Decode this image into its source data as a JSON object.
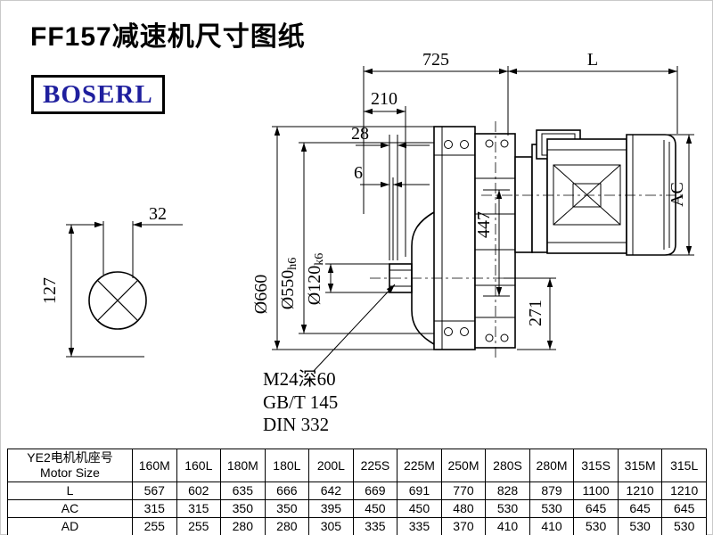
{
  "title": "FF157减速机尺寸图纸",
  "logo_text": "BOSERL",
  "drawing": {
    "dim_725": "725",
    "dim_L": "L",
    "dim_210": "210",
    "dim_28": "28",
    "dim_6": "6",
    "dim_AC": "AC",
    "dim_447": "447",
    "dim_271": "271",
    "dim_32": "32",
    "dim_127": "127",
    "dia_660": "Ø660",
    "dia_550": {
      "main": "Ø550",
      "tol": "h6"
    },
    "dia_120": {
      "main": "Ø120",
      "tol": "k6"
    },
    "note_m24": "M24深60",
    "note_gbt": "GB/T 145",
    "note_din": "DIN 332"
  },
  "table": {
    "header_cn": "YE2电机机座号",
    "header_en": "Motor Size",
    "columns": [
      "160M",
      "160L",
      "180M",
      "180L",
      "200L",
      "225S",
      "225M",
      "250M",
      "280S",
      "280M",
      "315S",
      "315M",
      "315L"
    ],
    "rows": [
      {
        "label": "L",
        "values": [
          "567",
          "602",
          "635",
          "666",
          "642",
          "669",
          "691",
          "770",
          "828",
          "879",
          "1100",
          "1210",
          "1210"
        ]
      },
      {
        "label": "AC",
        "values": [
          "315",
          "315",
          "350",
          "350",
          "395",
          "450",
          "450",
          "480",
          "530",
          "530",
          "645",
          "645",
          "645"
        ]
      },
      {
        "label": "AD",
        "values": [
          "255",
          "255",
          "280",
          "280",
          "305",
          "335",
          "335",
          "370",
          "410",
          "410",
          "530",
          "530",
          "530"
        ]
      }
    ]
  }
}
